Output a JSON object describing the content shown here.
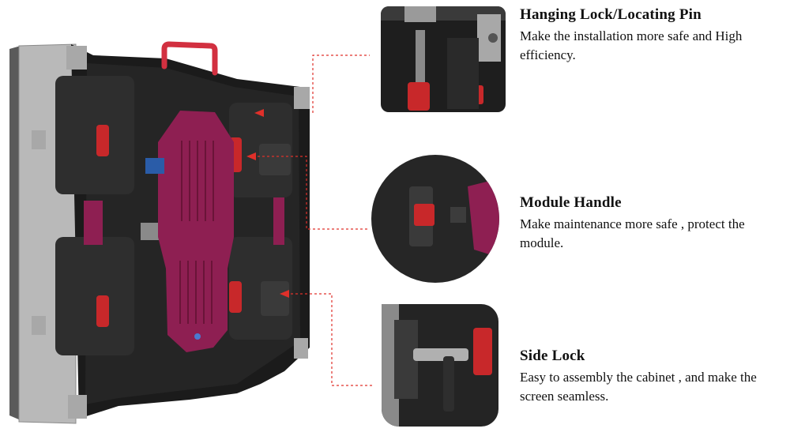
{
  "features": [
    {
      "title": "Hanging Lock/Locating Pin",
      "description": "Make the installation more safe and High efficiency."
    },
    {
      "title": "Module Handle",
      "description": "Make maintenance more safe , protect the module."
    },
    {
      "title": "Side Lock",
      "description": "Easy to assembly the cabinet , and make the screen seamless."
    }
  ],
  "colors": {
    "accent": "#e0302a",
    "module": "#8e1f52",
    "frame": "#1b1b1b",
    "steel": "#a8a8a8"
  }
}
